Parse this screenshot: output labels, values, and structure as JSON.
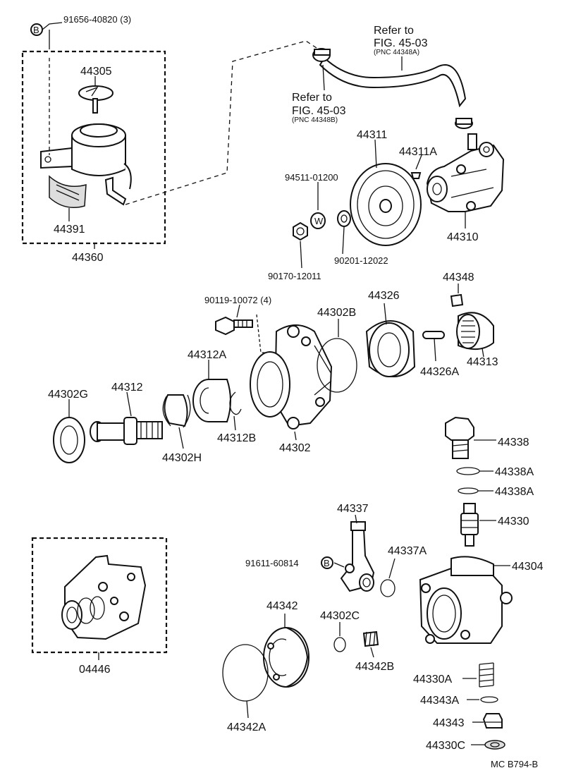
{
  "labels": {
    "l_91656": "91656-40820 (3)",
    "l_44305": "44305",
    "l_44391": "44391",
    "l_44360": "44360",
    "l_refer1_a": "Refer to",
    "l_refer1_b": "FIG. 45-03",
    "l_refer1_c": "(PNC 44348A)",
    "l_refer2_a": "Refer to",
    "l_refer2_b": "FIG. 45-03",
    "l_refer2_c": "(PNC 44348B)",
    "l_44311": "44311",
    "l_44311A": "44311A",
    "l_94511": "94511-01200",
    "l_44310": "44310",
    "l_90201": "90201-12022",
    "l_90170": "90170-12011",
    "l_90119": "90119-10072 (4)",
    "l_44302B": "44302B",
    "l_44326": "44326",
    "l_44348": "44348",
    "l_44313": "44313",
    "l_44326A": "44326A",
    "l_44312A": "44312A",
    "l_44312": "44312",
    "l_44302G": "44302G",
    "l_44302H": "44302H",
    "l_44312B": "44312B",
    "l_44302": "44302",
    "l_44338": "44338",
    "l_44338A_1": "44338A",
    "l_44338A_2": "44338A",
    "l_44330": "44330",
    "l_44337": "44337",
    "l_91611": "91611-60814",
    "l_44337A": "44337A",
    "l_44304": "44304",
    "l_44342": "44342",
    "l_44302C": "44302C",
    "l_44342B": "44342B",
    "l_44342A": "44342A",
    "l_44330A": "44330A",
    "l_44343A": "44343A",
    "l_44343": "44343",
    "l_44330C": "44330C",
    "l_04446": "04446",
    "l_code": "MC  B794-B",
    "b_circle_1": "B",
    "b_circle_2": "B",
    "w_circle": "W"
  }
}
